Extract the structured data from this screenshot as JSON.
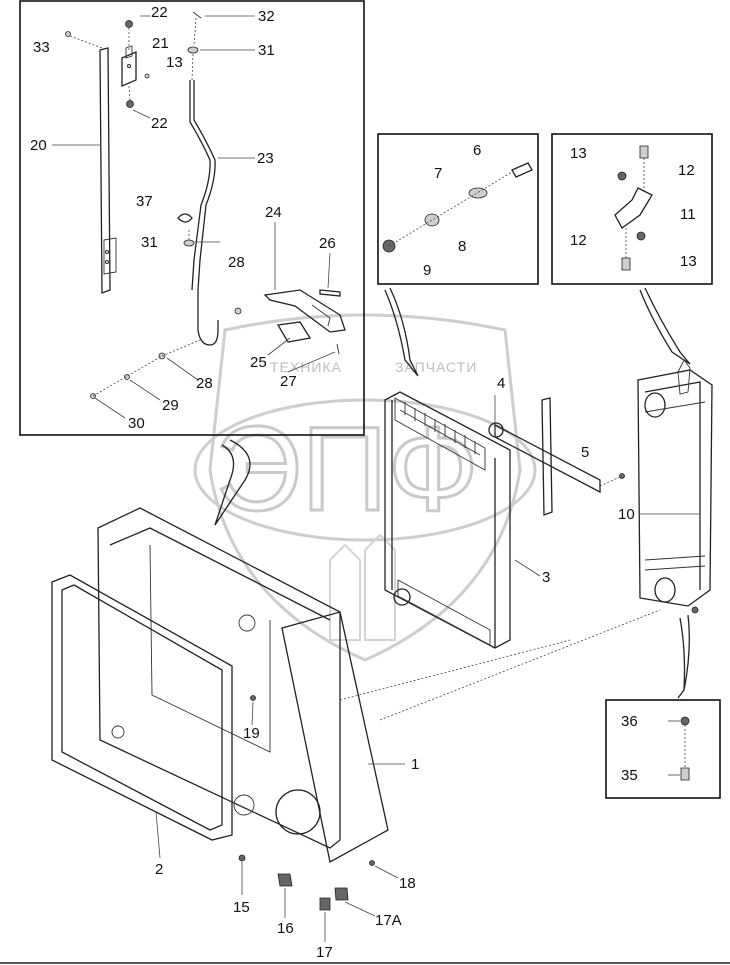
{
  "watermark": {
    "text_left": "ТЕХНИКА",
    "text_right": "ЗАПЧАСТИ",
    "big_letters": "ЭПФ"
  },
  "callouts": {
    "c1": "1",
    "c2": "2",
    "c3": "3",
    "c4": "4",
    "c5": "5",
    "c6": "6",
    "c7": "7",
    "c8": "8",
    "c9": "9",
    "c10": "10",
    "c11": "11",
    "c12a": "12",
    "c12b": "12",
    "c13a": "13",
    "c13b": "13",
    "c13c": "13",
    "c15": "15",
    "c16": "16",
    "c17": "17",
    "c17a": "17A",
    "c18": "18",
    "c19": "19",
    "c20": "20",
    "c21": "21",
    "c22a": "22",
    "c22b": "22",
    "c23": "23",
    "c24": "24",
    "c25": "25",
    "c26": "26",
    "c27": "27",
    "c28a": "28",
    "c28b": "28",
    "c29": "29",
    "c30": "30",
    "c31a": "31",
    "c31b": "31",
    "c32": "32",
    "c33": "33",
    "c35": "35",
    "c36": "36",
    "c37": "37"
  }
}
